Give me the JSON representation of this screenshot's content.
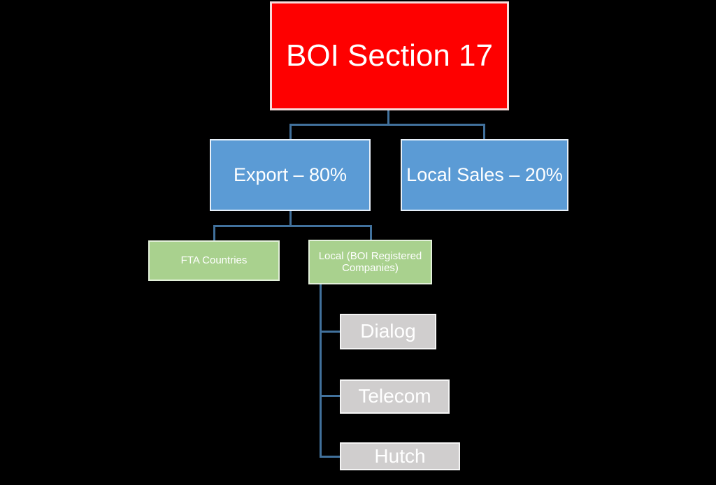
{
  "slide": {
    "background": "#000000",
    "type": "organization-chart"
  },
  "colors": {
    "red_fill": "#FE0000",
    "red_border": "#F6DBDA",
    "blue_fill": "#5B9BD5",
    "blue_border": "#E7F0F9",
    "green_fill": "#A9D18E",
    "green_border": "#E3F0DA",
    "gray_fill": "#D0CECE",
    "gray_border": "#F5F5F5",
    "connector": "#41719C",
    "text": "#FFFFFF"
  },
  "nodes": {
    "root": {
      "label": "BOI Section 17"
    },
    "export": {
      "label": "Export – 80%"
    },
    "local_sales": {
      "label": "Local Sales – 20%"
    },
    "fta": {
      "label": "FTA Countries"
    },
    "local_boi": {
      "label": "Local (BOI Registered Companies)"
    },
    "dialog": {
      "label": "Dialog"
    },
    "telecom": {
      "label": "Telecom"
    },
    "hutch": {
      "label": "Hutch"
    }
  },
  "edges": [
    [
      "root",
      "export"
    ],
    [
      "root",
      "local_sales"
    ],
    [
      "export",
      "fta"
    ],
    [
      "export",
      "local_boi"
    ],
    [
      "local_boi",
      "dialog"
    ],
    [
      "local_boi",
      "telecom"
    ],
    [
      "local_boi",
      "hutch"
    ]
  ]
}
